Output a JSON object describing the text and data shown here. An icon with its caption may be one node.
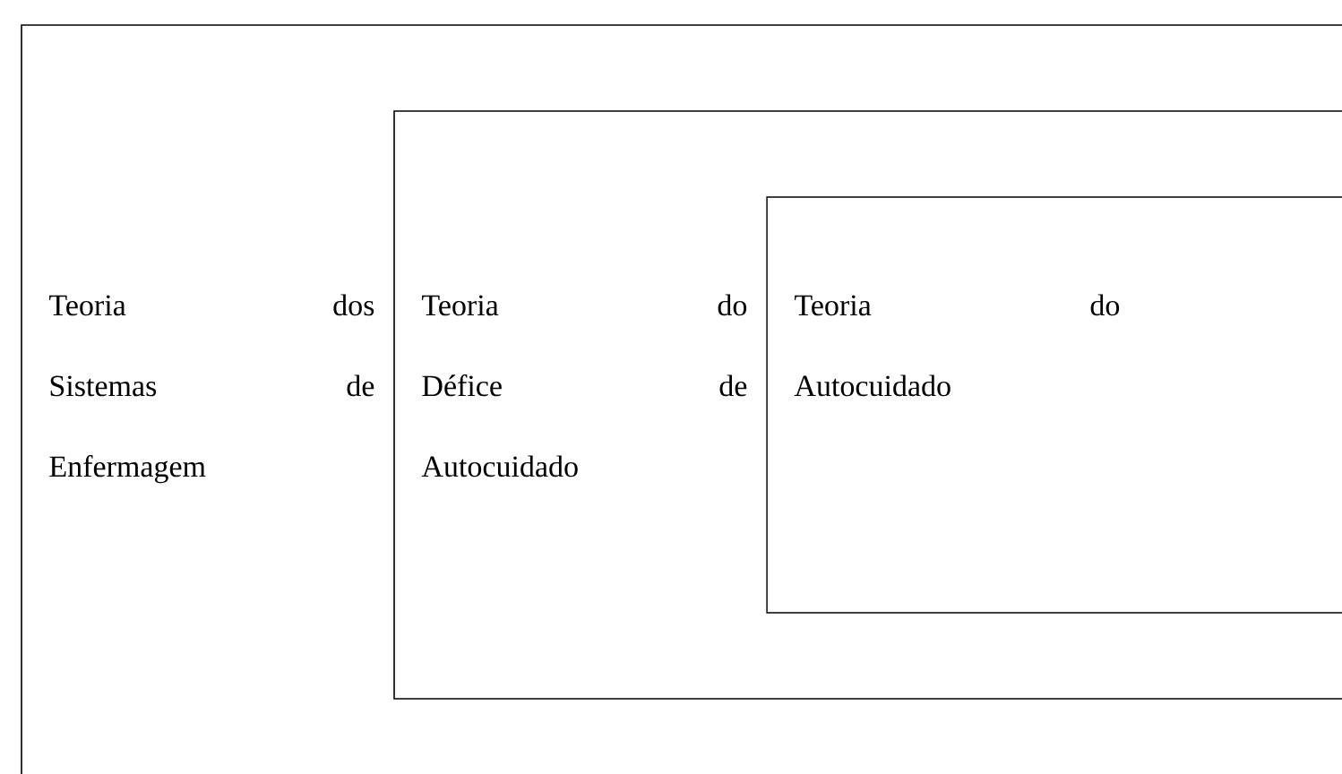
{
  "diagram": {
    "nodes": [
      {
        "text": [
          "Teoria dos Sistemas de Enfermagem"
        ]
      },
      {
        "text": [
          "Teoria do Défice de Autocuidado"
        ],
        "in": 0
      },
      {
        "text": [
          "Teoria do Autocuidado"
        ],
        "in": 1
      }
    ]
  }
}
